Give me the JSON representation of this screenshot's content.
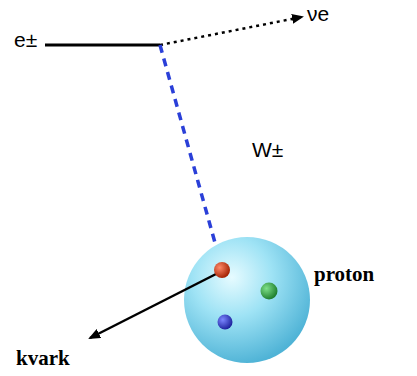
{
  "diagram": {
    "labels": [
      "e±",
      "νe",
      "W±",
      "proton",
      "kvark"
    ]
  }
}
